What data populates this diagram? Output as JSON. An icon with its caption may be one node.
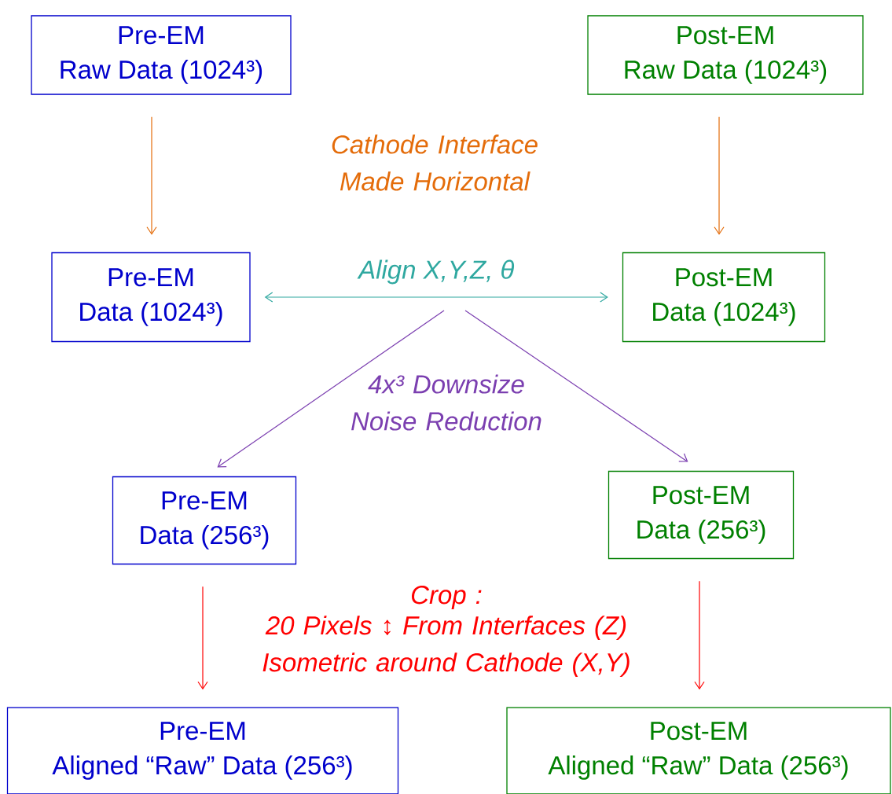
{
  "diagram": {
    "nodes": [
      {
        "text": [
          "Pre-EM",
          "Raw Data (1024³)"
        ]
      },
      {
        "text": [
          "Post-EM",
          "Raw Data (1024³)"
        ]
      },
      {
        "text": [
          "Pre-EM",
          "Data (1024³)"
        ]
      },
      {
        "text": [
          "Post-EM",
          "Data (1024³)"
        ]
      },
      {
        "text": [
          "Pre-EM",
          "Data (256³)"
        ]
      },
      {
        "text": [
          "Post-EM",
          "Data (256³)"
        ]
      },
      {
        "text": [
          "Pre-EM",
          "Aligned “Raw” Data (256³)"
        ]
      },
      {
        "text": [
          "Post-EM",
          "Aligned “Raw” Data (256³)"
        ]
      }
    ],
    "edges": [
      {
        "from": 0,
        "to": 2,
        "arrow": "to",
        "color": "#e46c0a"
      },
      {
        "from": 1,
        "to": 3,
        "arrow": "to",
        "color": "#e46c0a"
      },
      {
        "from": 2,
        "to": 3,
        "arrow": "both",
        "label": "Align X,Y,Z, θ",
        "color": "#2fa8a0"
      },
      {
        "from": null,
        "to": 4,
        "arrow": "to",
        "color": "#7b3fb0"
      },
      {
        "from": null,
        "to": 5,
        "arrow": "to",
        "color": "#7b3fb0"
      },
      {
        "from": 4,
        "to": 6,
        "arrow": "to",
        "color": "#ff0000"
      },
      {
        "from": 5,
        "to": 7,
        "arrow": "to",
        "color": "#ff0000"
      }
    ],
    "labels": [
      "Cathode Interface Made Horizontal",
      "4x³ Downsize Noise Reduction",
      "Crop :",
      "20 Pixels ↕ From Interfaces (Z) Isometric around Cathode (X,Y)"
    ]
  }
}
